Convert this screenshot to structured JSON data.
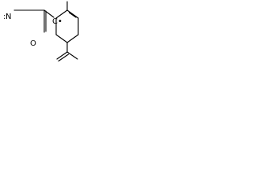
{
  "molecule": {
    "atom_labels": {
      "oxygen": "O",
      "nitrogen": "N",
      "ring_carbon": "C"
    },
    "radical_marker": "•",
    "lone_pair_marker": ":"
  },
  "colors": {
    "bond": "#000000",
    "text": "#000000",
    "background": "#ffffff"
  }
}
